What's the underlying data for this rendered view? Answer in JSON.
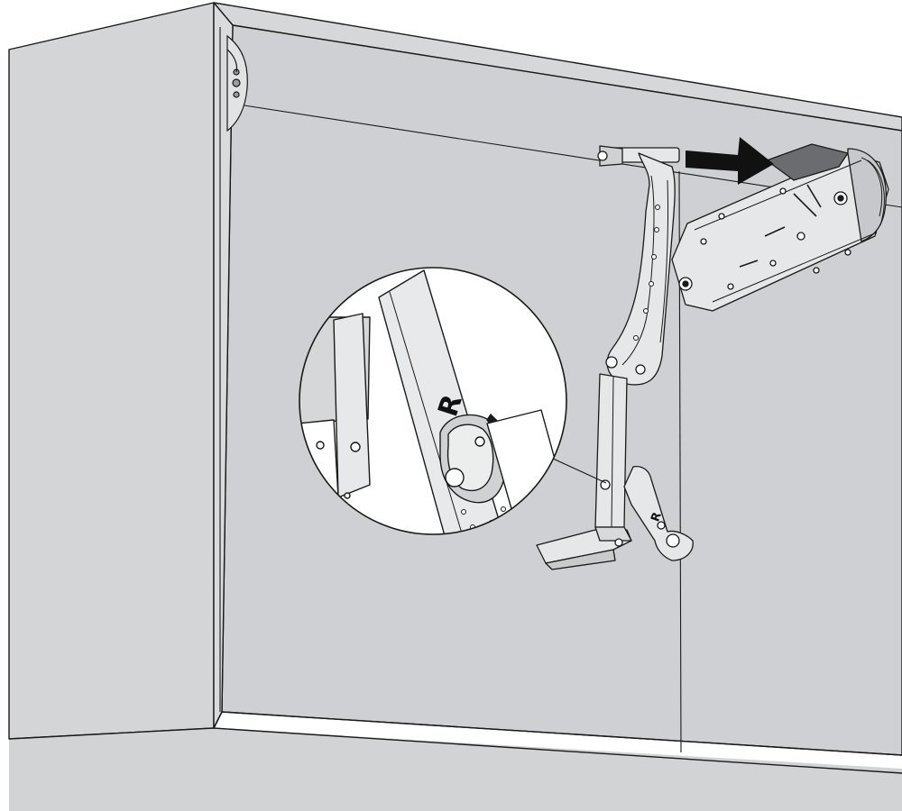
{
  "diagram": {
    "side_marking": "R",
    "detail_side_marking": "R",
    "colors": {
      "cabinet_face": "#d2d3d5",
      "cabinet_inner": "#cbcccf",
      "outline": "#1a1a1a",
      "hardware_fill": "#e4e5e7",
      "arrow": "#111111",
      "callout_fill": "#ffffff"
    },
    "icons": [
      "push-direction-arrow",
      "zoom-callout-circle"
    ]
  }
}
